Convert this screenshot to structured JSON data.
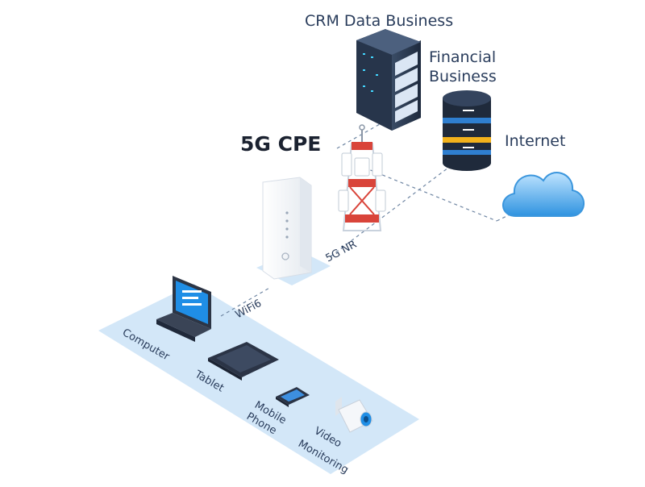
{
  "labels": {
    "crm": "CRM Data Business",
    "financial_line1": "Financial",
    "financial_line2": "Business",
    "internet": "Internet",
    "cpe": "5G CPE",
    "nr": "5G NR",
    "wifi": "WiFi6",
    "computer": "Computer",
    "tablet": "Tablet",
    "mobile_line1": "Mobile",
    "mobile_line2": "Phone",
    "video_line1": "Video",
    "video_line2": "Monitoring"
  },
  "colors": {
    "platform": "#cfe4f7",
    "platform_edge": "#b8d6f1",
    "cloud": "#3ea0e6",
    "dash": "#6f86a3",
    "text": "#2a3d5c",
    "tower_red": "#d9443a",
    "db_blue": "#2f7fd0",
    "db_yellow": "#f2b21c"
  },
  "icons": [
    "server-rack-icon",
    "database-icon",
    "cloud-icon",
    "tower-icon",
    "router-icon",
    "laptop-icon",
    "tablet-icon",
    "phone-icon",
    "camera-icon"
  ]
}
